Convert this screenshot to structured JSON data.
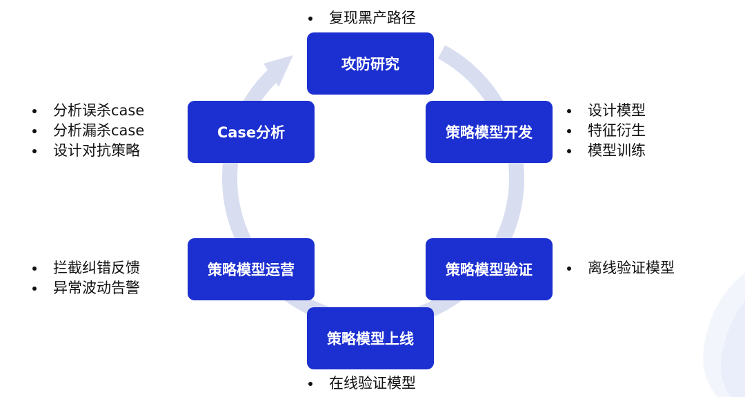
{
  "colors": {
    "node_fill": "#1c2fd0",
    "node_text": "#ffffff",
    "ring": "#d9ddf0",
    "bullet_text": "#111111"
  },
  "cycle": {
    "nodes": [
      {
        "label": "攻防研究",
        "notes": [
          "复现黑产路径"
        ]
      },
      {
        "label": "策略模型开发",
        "notes": [
          "设计模型",
          "特征衍生",
          "模型训练"
        ]
      },
      {
        "label": "策略模型验证",
        "notes": [
          "离线验证模型"
        ]
      },
      {
        "label": "策略模型上线",
        "notes": [
          "在线验证模型"
        ]
      },
      {
        "label": "策略模型运营",
        "notes": [
          "拦截纠错反馈",
          "异常波动告警"
        ]
      },
      {
        "label": "Case分析",
        "notes": [
          "分析误杀case",
          "分析漏杀case",
          "设计对抗策略"
        ]
      }
    ]
  }
}
